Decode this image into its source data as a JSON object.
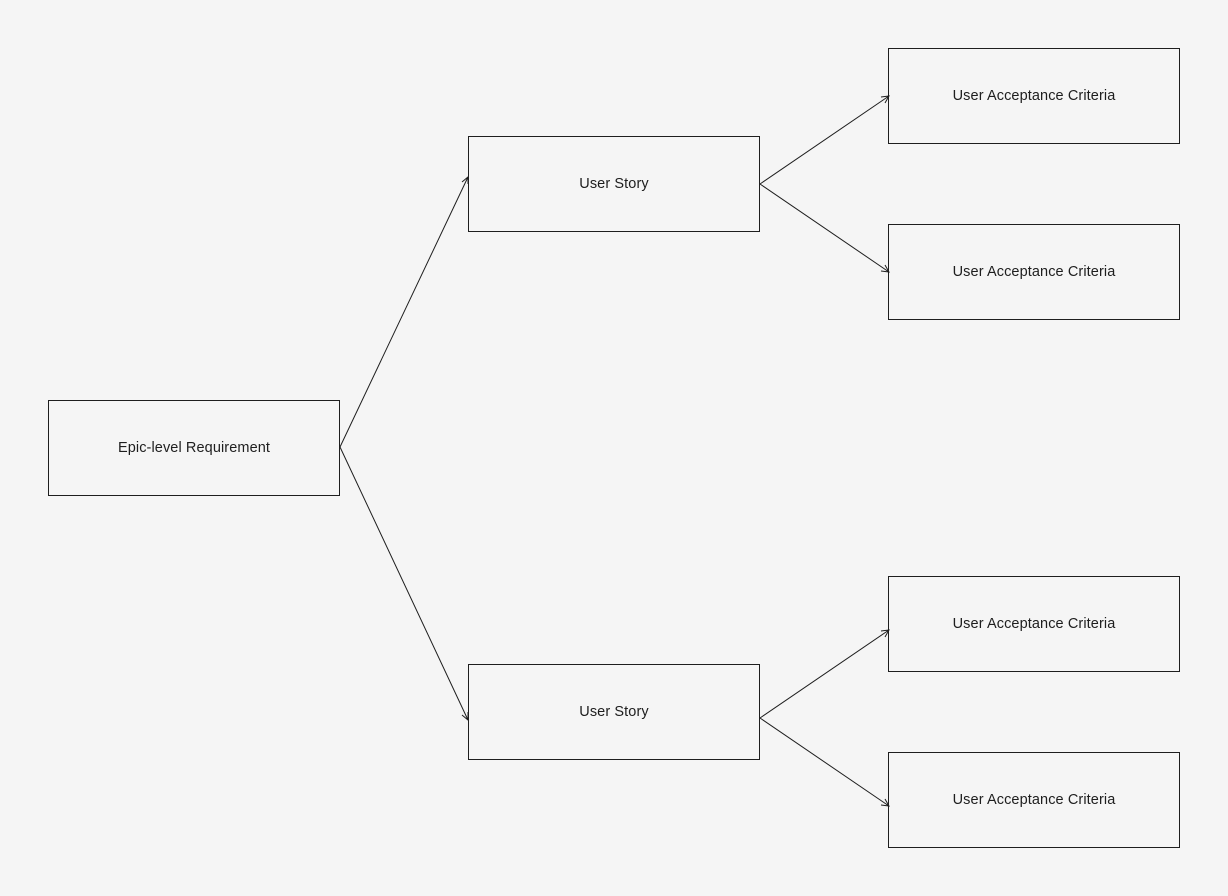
{
  "diagram": {
    "root": {
      "label": "Epic-level Requirement"
    },
    "stories": [
      {
        "label": "User Story",
        "criteria": [
          {
            "label": "User Acceptance Criteria"
          },
          {
            "label": "User Acceptance Criteria"
          }
        ]
      },
      {
        "label": "User Story",
        "criteria": [
          {
            "label": "User Acceptance Criteria"
          },
          {
            "label": "User Acceptance Criteria"
          }
        ]
      }
    ]
  },
  "colors": {
    "background": "#f5f5f5",
    "stroke": "#1e1e1e",
    "text": "#1e1e1e"
  }
}
